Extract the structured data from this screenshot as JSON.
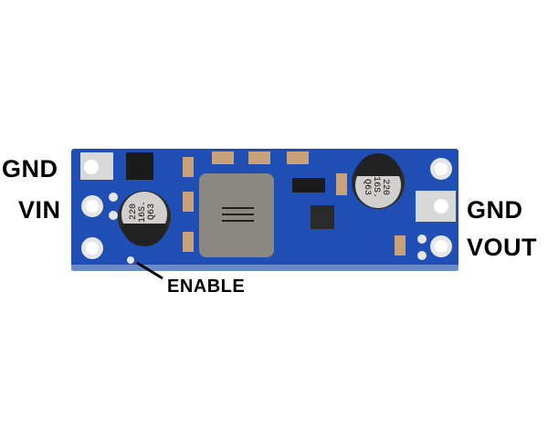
{
  "labels": {
    "left_top": "GND",
    "left_mid": "VIN",
    "right_mid": "GND",
    "right_bottom": "VOUT",
    "enable": "ENABLE"
  },
  "capacitor_marking": {
    "line1": "220",
    "line2": "16S.",
    "line3": "Q63"
  },
  "colors": {
    "pcb": "#1f4fb5",
    "pad": "#e8e8e8",
    "inductor": "#8a8880",
    "background": "#ffffff"
  }
}
